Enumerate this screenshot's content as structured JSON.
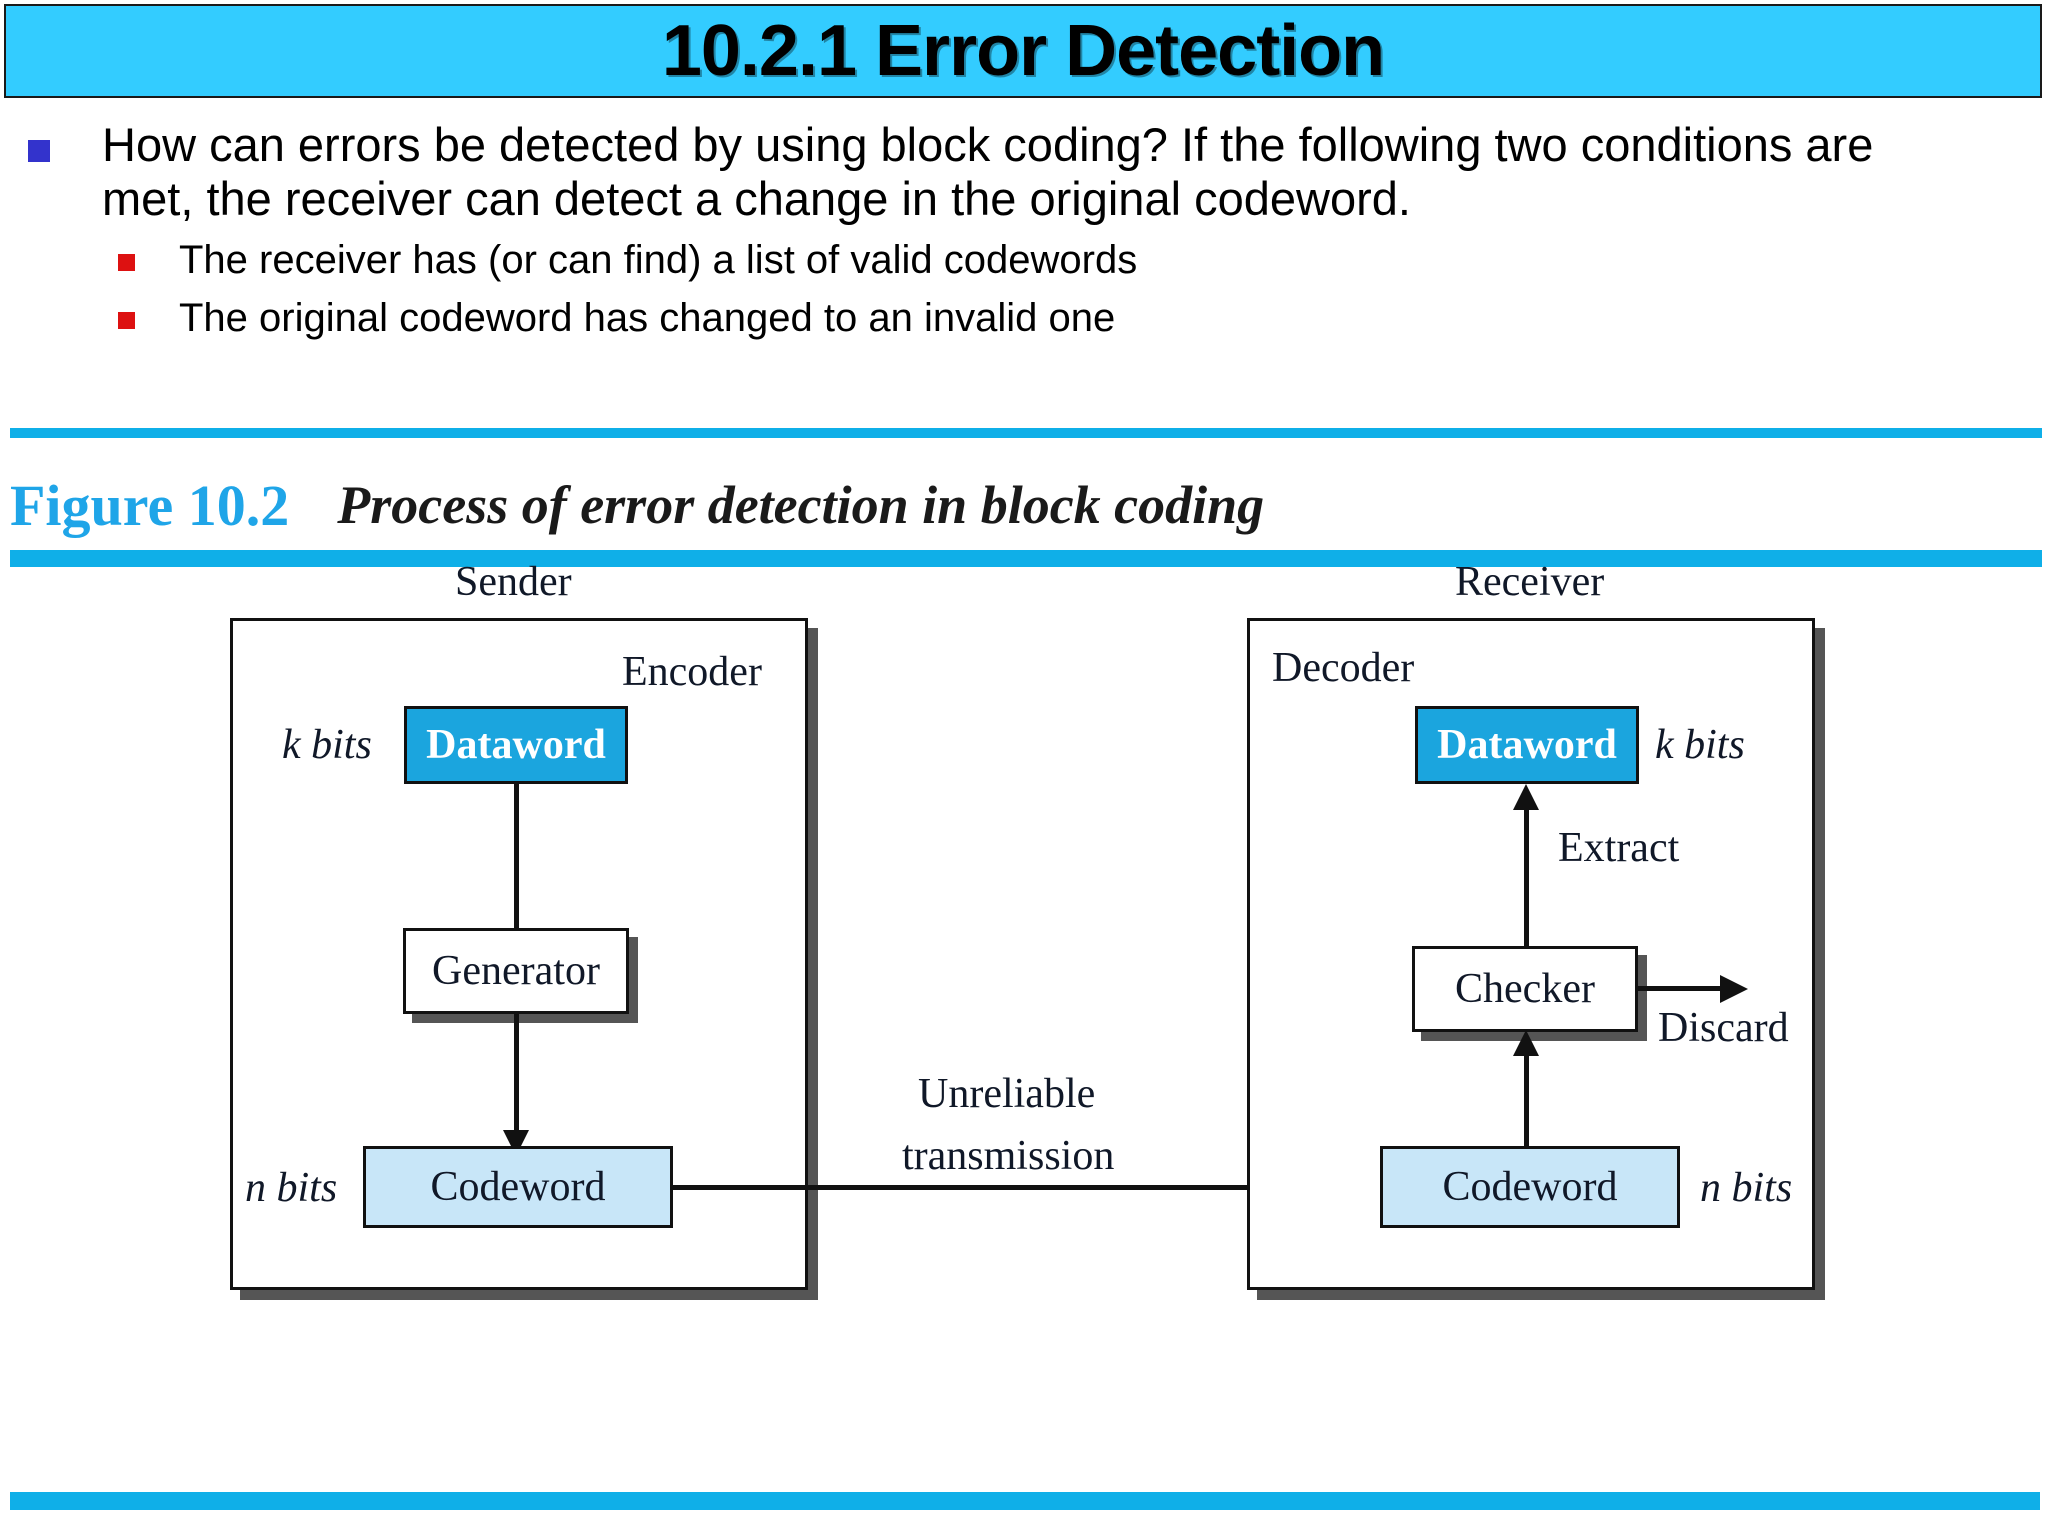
{
  "slide": {
    "title": "10.2.1 Error Detection",
    "bullets": [
      {
        "level": 1,
        "marker": "blue-square",
        "text": "How can errors be detected by using block coding? If the following two conditions are met, the receiver can detect a change in the original codeword."
      },
      {
        "level": 2,
        "marker": "red-square",
        "text": "The receiver has (or can find) a list of valid codewords"
      },
      {
        "level": 2,
        "marker": "red-square",
        "text": "The original codeword has changed to an invalid one"
      }
    ]
  },
  "figure": {
    "label": "Figure 10.2",
    "title": "Process of error detection in block coding",
    "label_color": "#1fa5e8",
    "rule_color": "#0fafe8"
  },
  "diagram": {
    "sender": {
      "panel_label": "Sender",
      "inner_label": "Encoder",
      "dataword": "Dataword",
      "dataword_bits": "k bits",
      "generator": "Generator",
      "codeword": "Codeword",
      "codeword_bits": "n bits"
    },
    "channel": {
      "label_line1": "Unreliable",
      "label_line2": "transmission"
    },
    "receiver": {
      "panel_label": "Receiver",
      "inner_label": "Decoder",
      "dataword": "Dataword",
      "dataword_bits": "k bits",
      "extract": "Extract",
      "checker": "Checker",
      "discard": "Discard",
      "codeword": "Codeword",
      "codeword_bits": "n bits"
    }
  },
  "colors": {
    "title_banner": "#33ccff",
    "dataword_fill": "#1ba5de",
    "codeword_fill": "#c8e6f8",
    "bullet_level1": "#3333cc",
    "bullet_level2": "#dd1111"
  }
}
